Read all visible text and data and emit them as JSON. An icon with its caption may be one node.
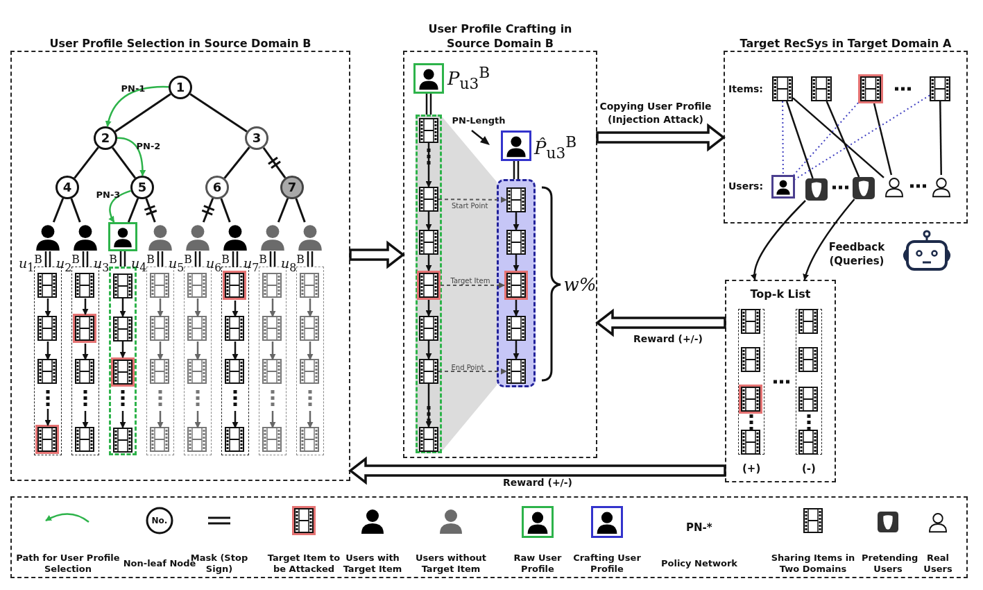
{
  "diagram": {
    "nodes": [
      {
        "text": [
          "User Profile Selection in Source Domain B"
        ]
      },
      {
        "text": [
          "1"
        ],
        "in": 0
      },
      {
        "text": [
          "2"
        ],
        "in": 0
      },
      {
        "text": [
          "3"
        ],
        "in": 0
      },
      {
        "text": [
          "4"
        ],
        "in": 0
      },
      {
        "text": [
          "5"
        ],
        "in": 0
      },
      {
        "text": [
          "6"
        ],
        "in": 0
      },
      {
        "text": [
          "7"
        ],
        "in": 0
      },
      {
        "text": [],
        "shape": "person",
        "in": 0,
        "beside": [
          "*u*$_{1}$$^{B}$"
        ]
      },
      {
        "text": [],
        "shape": "person",
        "in": 0,
        "beside": [
          "*u*$_{2}$$^{B}$"
        ]
      },
      {
        "text": [],
        "shape": "person",
        "in": 0,
        "beside": [
          "*u*$_{3}$$^{B}$"
        ]
      },
      {
        "text": [],
        "shape": "person",
        "in": 0,
        "beside": [
          "*u*$_{4}$$^{B}$"
        ]
      },
      {
        "text": [],
        "shape": "person",
        "in": 0,
        "beside": [
          "*u*$_{5}$$^{B}$"
        ]
      },
      {
        "text": [],
        "shape": "person",
        "in": 0,
        "beside": [
          "*u*$_{6}$$^{B}$"
        ]
      },
      {
        "text": [],
        "shape": "person",
        "in": 0,
        "beside": [
          "*u*$_{7}$$^{B}$"
        ]
      },
      {
        "text": [],
        "shape": "person",
        "in": 0,
        "beside": [
          "*u*$_{8}$$^{B}$"
        ]
      },
      {
        "text": [],
        "shape": "box",
        "in": 0
      },
      {
        "text": [],
        "shape": "box",
        "in": 0
      },
      {
        "text": [],
        "shape": "box",
        "in": 0
      },
      {
        "text": [],
        "shape": "box",
        "in": 0
      },
      {
        "text": [],
        "shape": "box",
        "in": 0
      },
      {
        "text": [],
        "shape": "box",
        "in": 0
      },
      {
        "text": [],
        "shape": "box",
        "in": 0
      },
      {
        "text": [],
        "shape": "box",
        "in": 0
      },
      {
        "text": [],
        "shape": "film",
        "in": 16
      },
      {
        "text": [],
        "shape": "film",
        "in": 16
      },
      {
        "text": [],
        "shape": "film",
        "in": 16
      },
      {
        "text": [],
        "shape": "film",
        "in": 16
      },
      {
        "text": [],
        "shape": "film",
        "in": 17
      },
      {
        "text": [],
        "shape": "film",
        "in": 17
      },
      {
        "text": [],
        "shape": "film",
        "in": 17
      },
      {
        "text": [],
        "shape": "film",
        "in": 17
      },
      {
        "text": [],
        "shape": "film",
        "in": 18
      },
      {
        "text": [],
        "shape": "film",
        "in": 18
      },
      {
        "text": [],
        "shape": "film",
        "in": 18
      },
      {
        "text": [],
        "shape": "film",
        "in": 18
      },
      {
        "text": [],
        "shape": "film",
        "in": 19
      },
      {
        "text": [],
        "shape": "film",
        "in": 19
      },
      {
        "text": [],
        "shape": "film",
        "in": 19
      },
      {
        "text": [],
        "shape": "film",
        "in": 19
      },
      {
        "text": [],
        "shape": "film",
        "in": 20
      },
      {
        "text": [],
        "shape": "film",
        "in": 20
      },
      {
        "text": [],
        "shape": "film",
        "in": 20
      },
      {
        "text": [],
        "shape": "film",
        "in": 20
      },
      {
        "text": [],
        "shape": "film",
        "in": 21
      },
      {
        "text": [],
        "shape": "film",
        "in": 21
      },
      {
        "text": [],
        "shape": "film",
        "in": 21
      },
      {
        "text": [],
        "shape": "film",
        "in": 21
      },
      {
        "text": [],
        "shape": "film",
        "in": 22
      },
      {
        "text": [],
        "shape": "film",
        "in": 22
      },
      {
        "text": [],
        "shape": "film",
        "in": 22
      },
      {
        "text": [],
        "shape": "film",
        "in": 22
      },
      {
        "text": [],
        "shape": "film",
        "in": 23
      },
      {
        "text": [],
        "shape": "film",
        "in": 23
      },
      {
        "text": [],
        "shape": "film",
        "in": 23
      },
      {
        "text": [],
        "shape": "film",
        "in": 23
      },
      {
        "text": [
          "User Profile Crafting in Source Domain B"
        ]
      },
      {
        "text": [],
        "shape": "person",
        "in": 56,
        "beside": [
          "*P*$_{u3}$$^{B}$"
        ]
      },
      {
        "text": [],
        "shape": "box",
        "in": 56
      },
      {
        "text": [],
        "shape": "film",
        "in": 58
      },
      {
        "text": [],
        "shape": "film",
        "in": 58
      },
      {
        "text": [],
        "shape": "film",
        "in": 58
      },
      {
        "text": [],
        "shape": "film",
        "in": 58
      },
      {
        "text": [],
        "shape": "film",
        "in": 58
      },
      {
        "text": [],
        "shape": "film",
        "in": 58
      },
      {
        "text": [],
        "shape": "film",
        "in": 58
      },
      {
        "text": [],
        "shape": "person",
        "in": 56,
        "beside": [
          "*P̂*$_{u3}$$^{B}$"
        ]
      },
      {
        "text": [],
        "shape": "box",
        "in": 56
      },
      {
        "text": [],
        "shape": "film",
        "in": 67
      },
      {
        "text": [],
        "shape": "film",
        "in": 67
      },
      {
        "text": [],
        "shape": "film",
        "in": 67
      },
      {
        "text": [],
        "shape": "film",
        "in": 67
      },
      {
        "text": [],
        "shape": "film",
        "in": 67
      },
      {
        "text": [
          "Target RecSys in Target Domain A"
        ]
      },
      {
        "text": [],
        "shape": "film",
        "in": 73
      },
      {
        "text": [],
        "shape": "film",
        "in": 73
      },
      {
        "text": [],
        "shape": "film",
        "in": 73
      },
      {
        "text": [],
        "shape": "film",
        "in": 73
      },
      {
        "text": [],
        "shape": "person",
        "in": 73
      },
      {
        "text": [],
        "shape": "person",
        "in": 73
      },
      {
        "text": [],
        "shape": "person",
        "in": 73
      },
      {
        "text": [],
        "shape": "person",
        "in": 73
      },
      {
        "text": [],
        "shape": "person",
        "in": 73
      },
      {
        "text": [
          "Top-k List"
        ]
      },
      {
        "text": [],
        "shape": "box",
        "in": 83,
        "beside": [
          "(+)"
        ]
      },
      {
        "text": [],
        "shape": "film",
        "in": 84
      },
      {
        "text": [],
        "shape": "film",
        "in": 84
      },
      {
        "text": [],
        "shape": "film",
        "in": 84
      },
      {
        "text": [],
        "shape": "film",
        "in": 84
      },
      {
        "text": [],
        "shape": "box",
        "in": 83,
        "beside": [
          "(-)"
        ]
      },
      {
        "text": [],
        "shape": "film",
        "in": 89
      },
      {
        "text": [],
        "shape": "film",
        "in": 89
      },
      {
        "text": [],
        "shape": "film",
        "in": 89
      },
      {
        "text": [],
        "shape": "film",
        "in": 89
      }
    ],
    "edges": [
      {
        "from": 1,
        "to": 2,
        "arrow": "none"
      },
      {
        "from": 1,
        "to": 3,
        "arrow": "none"
      },
      {
        "from": 2,
        "to": 4,
        "arrow": "none"
      },
      {
        "from": 2,
        "to": 5,
        "arrow": "none"
      },
      {
        "from": 3,
        "to": 6,
        "arrow": "none"
      },
      {
        "from": 3,
        "to": 7,
        "arrow": "none"
      },
      {
        "from": 4,
        "to": 8,
        "arrow": "none"
      },
      {
        "from": 4,
        "to": 9,
        "arrow": "none"
      },
      {
        "from": 5,
        "to": 10,
        "arrow": "none"
      },
      {
        "from": 5,
        "to": 11,
        "arrow": "none"
      },
      {
        "from": 6,
        "to": 12,
        "arrow": "none"
      },
      {
        "from": 6,
        "to": 13,
        "arrow": "none"
      },
      {
        "from": 7,
        "to": 14,
        "arrow": "none"
      },
      {
        "from": 7,
        "to": 15,
        "arrow": "none"
      },
      {
        "from": 1,
        "to": 2,
        "arrow": "to",
        "label": "PN-1",
        "color": "#2db34a"
      },
      {
        "from": 2,
        "to": 5,
        "arrow": "to",
        "label": "PN-2",
        "color": "#2db34a"
      },
      {
        "from": 5,
        "to": 10,
        "arrow": "to",
        "label": "PN-3",
        "color": "#2db34a"
      },
      {
        "from": 8,
        "to": 16,
        "arrow": "none"
      },
      {
        "from": 9,
        "to": 17,
        "arrow": "none"
      },
      {
        "from": 10,
        "to": 18,
        "arrow": "none"
      },
      {
        "from": 11,
        "to": 19,
        "arrow": "none"
      },
      {
        "from": 12,
        "to": 20,
        "arrow": "none"
      },
      {
        "from": 13,
        "to": 21,
        "arrow": "none"
      },
      {
        "from": 14,
        "to": 22,
        "arrow": "none"
      },
      {
        "from": 15,
        "to": 23,
        "arrow": "none"
      },
      {
        "from": 24,
        "to": 25,
        "arrow": "to"
      },
      {
        "from": 25,
        "to": 26,
        "arrow": "to"
      },
      {
        "from": null,
        "to": 27,
        "arrow": "to"
      },
      {
        "from": 28,
        "to": 29,
        "arrow": "to"
      },
      {
        "from": 29,
        "to": 30,
        "arrow": "to"
      },
      {
        "from": null,
        "to": 31,
        "arrow": "to"
      },
      {
        "from": 32,
        "to": 33,
        "arrow": "to"
      },
      {
        "from": 33,
        "to": 34,
        "arrow": "to"
      },
      {
        "from": null,
        "to": 35,
        "arrow": "to"
      },
      {
        "from": 36,
        "to": 37,
        "arrow": "to",
        "color": "#666666"
      },
      {
        "from": 37,
        "to": 38,
        "arrow": "to",
        "color": "#666666"
      },
      {
        "from": null,
        "to": 39,
        "arrow": "to",
        "color": "#666666"
      },
      {
        "from": 40,
        "to": 41,
        "arrow": "to",
        "color": "#666666"
      },
      {
        "from": 41,
        "to": 42,
        "arrow": "to",
        "color": "#666666"
      },
      {
        "from": null,
        "to": 43,
        "arrow": "to",
        "color": "#666666"
      },
      {
        "from": 44,
        "to": 45,
        "arrow": "to"
      },
      {
        "from": 45,
        "to": 46,
        "arrow": "to"
      },
      {
        "from": null,
        "to": 47,
        "arrow": "to"
      },
      {
        "from": 48,
        "to": 49,
        "arrow": "to",
        "color": "#666666"
      },
      {
        "from": 49,
        "to": 50,
        "arrow": "to",
        "color": "#666666"
      },
      {
        "from": null,
        "to": 51,
        "arrow": "to",
        "color": "#666666"
      },
      {
        "from": 52,
        "to": 53,
        "arrow": "to",
        "color": "#666666"
      },
      {
        "from": 53,
        "to": 54,
        "arrow": "to",
        "color": "#666666"
      },
      {
        "from": null,
        "to": 55,
        "arrow": "to",
        "color": "#666666"
      },
      {
        "from": 0,
        "to": 56,
        "arrow": "to",
        "style": "thick"
      },
      {
        "from": 57,
        "to": 58,
        "arrow": "none"
      },
      {
        "from": 59,
        "to": 60,
        "arrow": "to"
      },
      {
        "from": 60,
        "to": 61,
        "arrow": "to"
      },
      {
        "from": 61,
        "to": 62,
        "arrow": "to"
      },
      {
        "from": 62,
        "to": 63,
        "arrow": "to"
      },
      {
        "from": 63,
        "to": 64,
        "arrow": "to"
      },
      {
        "from": 64,
        "to": 65,
        "arrow": "to"
      },
      {
        "from": 66,
        "to": 67,
        "arrow": "none"
      },
      {
        "from": 68,
        "to": 69,
        "arrow": "to"
      },
      {
        "from": 69,
        "to": 70,
        "arrow": "to"
      },
      {
        "from": 70,
        "to": 71,
        "arrow": "to"
      },
      {
        "from": 71,
        "to": 72,
        "arrow": "to"
      },
      {
        "from": 60,
        "to": 68,
        "arrow": "to",
        "label": "Start Point",
        "style": "dashed",
        "color": "#555555"
      },
      {
        "from": 62,
        "to": 70,
        "arrow": "to",
        "label": "Target Item",
        "style": "dashed",
        "color": "#555555"
      },
      {
        "from": 64,
        "to": 72,
        "arrow": "to",
        "label": "End Point",
        "style": "dashed",
        "color": "#555555"
      },
      {
        "from": 56,
        "to": 73,
        "arrow": "to",
        "label": "Copying User Profile (Injection Attack)",
        "style": "thick"
      },
      {
        "from": 74,
        "to": 78,
        "arrow": "none",
        "style": "dashed",
        "color": "#3f3fc0"
      },
      {
        "from": 74,
        "to": 79,
        "arrow": "none"
      },
      {
        "from": 74,
        "to": 81,
        "arrow": "none"
      },
      {
        "from": 75,
        "to": 80,
        "arrow": "none"
      },
      {
        "from": 76,
        "to": 78,
        "arrow": "none",
        "style": "dashed",
        "color": "#3f3fc0"
      },
      {
        "from": 76,
        "to": 81,
        "arrow": "none"
      },
      {
        "from": 77,
        "to": 78,
        "arrow": "none",
        "style": "dashed",
        "color": "#3f3fc0"
      },
      {
        "from": 77,
        "to": 82,
        "arrow": "none"
      },
      {
        "from": 79,
        "to": 83,
        "arrow": "to"
      },
      {
        "from": 80,
        "to": 83,
        "arrow": "to"
      },
      {
        "from": 83,
        "to": 56,
        "arrow": "to",
        "label": "Reward (+/-)",
        "style": "thick"
      },
      {
        "from": 83,
        "to": 0,
        "arrow": "to",
        "label": "Reward (+/-)",
        "style": "thick"
      }
    ],
    "labels": [
      "PN-Length",
      "w%",
      "Items:",
      "Users:",
      "Feedback (Queries)",
      "No.",
      "PN-*"
    ],
    "legend": [
      {
        "text": "Path for User Profile Selection"
      },
      {
        "text": "Non-leaf Node"
      },
      {
        "text": "Mask (Stop Sign)"
      },
      {
        "text": "Target Item to be Attacked"
      },
      {
        "text": "Users with Target Item"
      },
      {
        "text": "Users without Target Item"
      },
      {
        "text": "Raw User Profile"
      },
      {
        "text": "Crafting User Profile"
      },
      {
        "text": "Policy Network"
      },
      {
        "text": "Sharing Items in Two Domains"
      },
      {
        "text": "Pretending Users"
      },
      {
        "text": "Real Users"
      }
    ]
  }
}
